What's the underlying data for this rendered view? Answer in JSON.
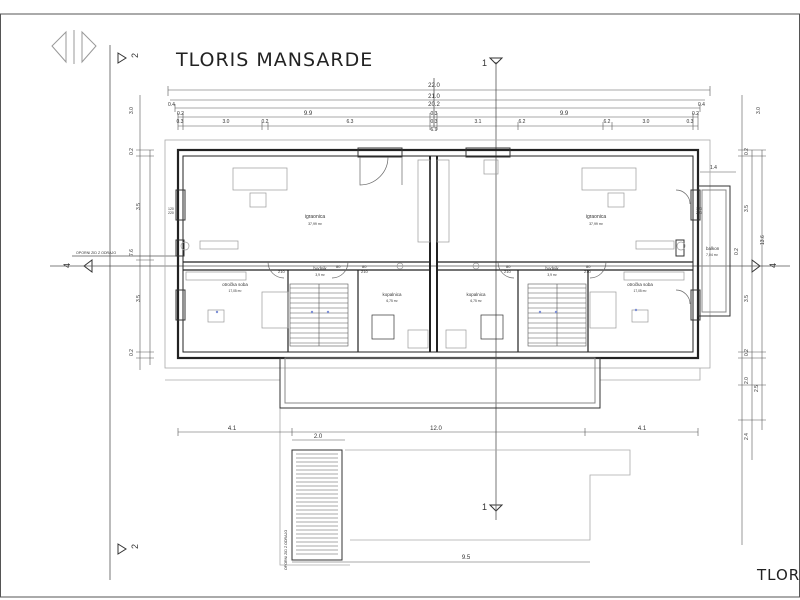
{
  "drawing": {
    "title": "TLORIS MANSARDE",
    "corner_label": "TLORI",
    "section_mark_left": "2",
    "section_mark_top": "1",
    "section_mark_bottom": "1",
    "section_mark_side": "4",
    "dims_top_overall": "22.0",
    "dims_top_row2": "21.0",
    "dims_top_row3": "20.2",
    "dims_top_row3_left": "0.4",
    "dims_top_row3_right": "0.4",
    "dims_row4": [
      "0.2",
      "9.9",
      "0.3",
      "9.9",
      "0.2"
    ],
    "dims_row5": [
      "0.3",
      "3.0",
      "0.2",
      "6.3",
      "0.3",
      "3.1",
      "6.2",
      "6.2",
      "3.0",
      "0.3"
    ],
    "dims_row5_sub": "6.9",
    "dims_left_vertical": [
      "3.0",
      "0.2",
      "3.5",
      "7.6",
      "3.5",
      "0.2"
    ],
    "dims_right_vertical": [
      "3.0",
      "0.2",
      "3.5",
      "0.2",
      "13.6",
      "3.5",
      "0.2",
      "2.0",
      "2.5",
      "2.4"
    ],
    "dims_bottom": [
      "4.1",
      "12.0",
      "4.1",
      "2.0",
      "9.5"
    ],
    "dims_right_small": "1.4",
    "rooms": [
      {
        "name": "igraonica",
        "area": "37,99 m²"
      },
      {
        "name": "igraonica",
        "area": "37,99 m²"
      },
      {
        "name": "hodnik",
        "area": "3,9 m²"
      },
      {
        "name": "hodnik",
        "area": "3,9 m²"
      },
      {
        "name": "otročka soba",
        "area": "17,05 m²"
      },
      {
        "name": "otročka soba",
        "area": "17,05 m²"
      },
      {
        "name": "kopalnica",
        "area": "6,75 m²"
      },
      {
        "name": "kopalnica",
        "area": "6,75 m²"
      },
      {
        "name": "balkon",
        "area": "7,04 m²"
      }
    ],
    "door_widths": [
      "80",
      "80",
      "80",
      "80"
    ],
    "door_heights": [
      "210",
      "210",
      "210",
      "210"
    ],
    "window_tags": [
      "120",
      "220"
    ],
    "line_label_left": "OPORNI ZID Z ODRAJO",
    "line_label_bottom": "OPORNI ZID Z ODRAJO"
  },
  "colors": {
    "line": "#333333",
    "thin": "#8a8a8a",
    "furniture": "#9a9a9a",
    "blue": "#7c8fd6"
  }
}
